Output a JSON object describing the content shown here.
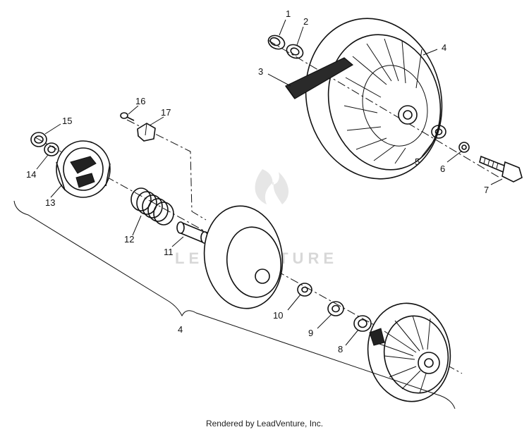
{
  "watermark": "LEADVENTURE",
  "footer": "Rendered by LeadVenture, Inc.",
  "callouts": {
    "c1": "1",
    "c2": "2",
    "c3": "3",
    "c4": "4",
    "c5": "5",
    "c6": "6",
    "c7": "7",
    "c8": "8",
    "c9": "9",
    "c10": "10",
    "c11": "11",
    "c12": "12",
    "c13": "13",
    "c14": "14",
    "c15": "15",
    "c16": "16",
    "c17": "17",
    "assembly": "4"
  }
}
